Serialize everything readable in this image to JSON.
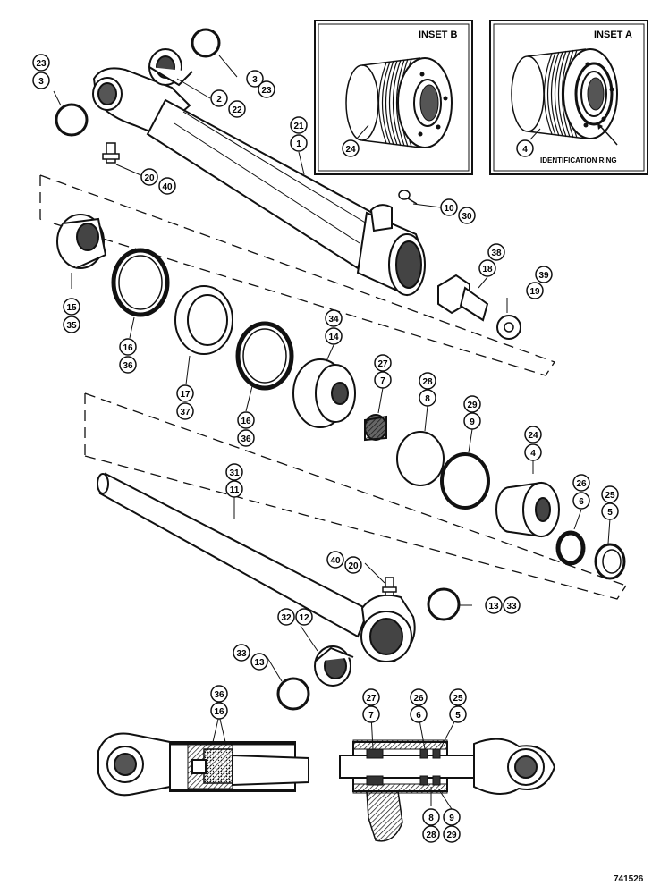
{
  "figure_id": "741526",
  "inset_b": {
    "title": "INSET B",
    "callouts": [
      "24"
    ]
  },
  "inset_a": {
    "title": "INSET A",
    "callouts": [
      "4"
    ],
    "caption": "IDENTIFICATION RING"
  },
  "callouts": [
    {
      "id": "c23a",
      "text": "23"
    },
    {
      "id": "c3a",
      "text": "3"
    },
    {
      "id": "c2",
      "text": "2"
    },
    {
      "id": "c22",
      "text": "22"
    },
    {
      "id": "c3b",
      "text": "3"
    },
    {
      "id": "c23b",
      "text": "23"
    },
    {
      "id": "c21",
      "text": "21"
    },
    {
      "id": "c1",
      "text": "1"
    },
    {
      "id": "c20a",
      "text": "20"
    },
    {
      "id": "c40a",
      "text": "40"
    },
    {
      "id": "c10",
      "text": "10"
    },
    {
      "id": "c30",
      "text": "30"
    },
    {
      "id": "c38",
      "text": "38"
    },
    {
      "id": "c18",
      "text": "18"
    },
    {
      "id": "c39",
      "text": "39"
    },
    {
      "id": "c19",
      "text": "19"
    },
    {
      "id": "c15",
      "text": "15"
    },
    {
      "id": "c35",
      "text": "35"
    },
    {
      "id": "c16a",
      "text": "16"
    },
    {
      "id": "c36a",
      "text": "36"
    },
    {
      "id": "c17",
      "text": "17"
    },
    {
      "id": "c37",
      "text": "37"
    },
    {
      "id": "c16b",
      "text": "16"
    },
    {
      "id": "c36b",
      "text": "36"
    },
    {
      "id": "c34",
      "text": "34"
    },
    {
      "id": "c14",
      "text": "14"
    },
    {
      "id": "c27a",
      "text": "27"
    },
    {
      "id": "c7a",
      "text": "7"
    },
    {
      "id": "c28a",
      "text": "28"
    },
    {
      "id": "c8a",
      "text": "8"
    },
    {
      "id": "c29a",
      "text": "29"
    },
    {
      "id": "c9a",
      "text": "9"
    },
    {
      "id": "c24",
      "text": "24"
    },
    {
      "id": "c4",
      "text": "4"
    },
    {
      "id": "c26a",
      "text": "26"
    },
    {
      "id": "c6a",
      "text": "6"
    },
    {
      "id": "c25a",
      "text": "25"
    },
    {
      "id": "c5a",
      "text": "5"
    },
    {
      "id": "c31",
      "text": "31"
    },
    {
      "id": "c11",
      "text": "11"
    },
    {
      "id": "c40b",
      "text": "40"
    },
    {
      "id": "c20b",
      "text": "20"
    },
    {
      "id": "c13a",
      "text": "13"
    },
    {
      "id": "c33a",
      "text": "33"
    },
    {
      "id": "c32",
      "text": "32"
    },
    {
      "id": "c12",
      "text": "12"
    },
    {
      "id": "c33b",
      "text": "33"
    },
    {
      "id": "c13b",
      "text": "13"
    },
    {
      "id": "c36c",
      "text": "36"
    },
    {
      "id": "c16c",
      "text": "16"
    },
    {
      "id": "c27b",
      "text": "27"
    },
    {
      "id": "c7b",
      "text": "7"
    },
    {
      "id": "c26b",
      "text": "26"
    },
    {
      "id": "c6b",
      "text": "6"
    },
    {
      "id": "c25b",
      "text": "25"
    },
    {
      "id": "c5b",
      "text": "5"
    },
    {
      "id": "c8b",
      "text": "8"
    },
    {
      "id": "c9b",
      "text": "9"
    },
    {
      "id": "c28b",
      "text": "28"
    },
    {
      "id": "c29b",
      "text": "29"
    }
  ]
}
